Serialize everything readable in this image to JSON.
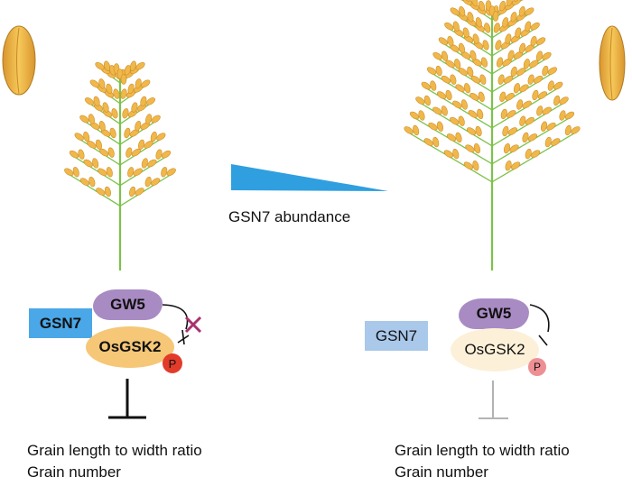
{
  "abundance_label": "GSN7 abundance",
  "left_model": {
    "gsn7": "GSN7",
    "gw5": "GW5",
    "osgsk2": "OsGSK2",
    "phospho": "P",
    "outcomes": [
      "Grain length to width ratio",
      "Grain number"
    ]
  },
  "right_model": {
    "gsn7": "GSN7",
    "gw5": "GW5",
    "osgsk2": "OsGSK2",
    "phospho": "P",
    "outcomes": [
      "Grain length to width ratio",
      "Grain number"
    ]
  },
  "colors": {
    "gsn7_high": "#4aa8e8",
    "gsn7_low": "#a9c8ea",
    "gw5": "#a98bc3",
    "osgsk2_high": "#f5c777",
    "osgsk2_low": "#fdf0d8",
    "phospho_high": "#e23b2a",
    "phospho_low": "#ee8f94",
    "block_x": "#a8326e",
    "wedge": "#2f9fe0",
    "plant_stem": "#7cc24a",
    "grain": "#f0b84a"
  },
  "icons": [
    "rice-panicle-icon",
    "rice-grain-icon",
    "abundance-wedge-icon",
    "block-x-icon"
  ]
}
